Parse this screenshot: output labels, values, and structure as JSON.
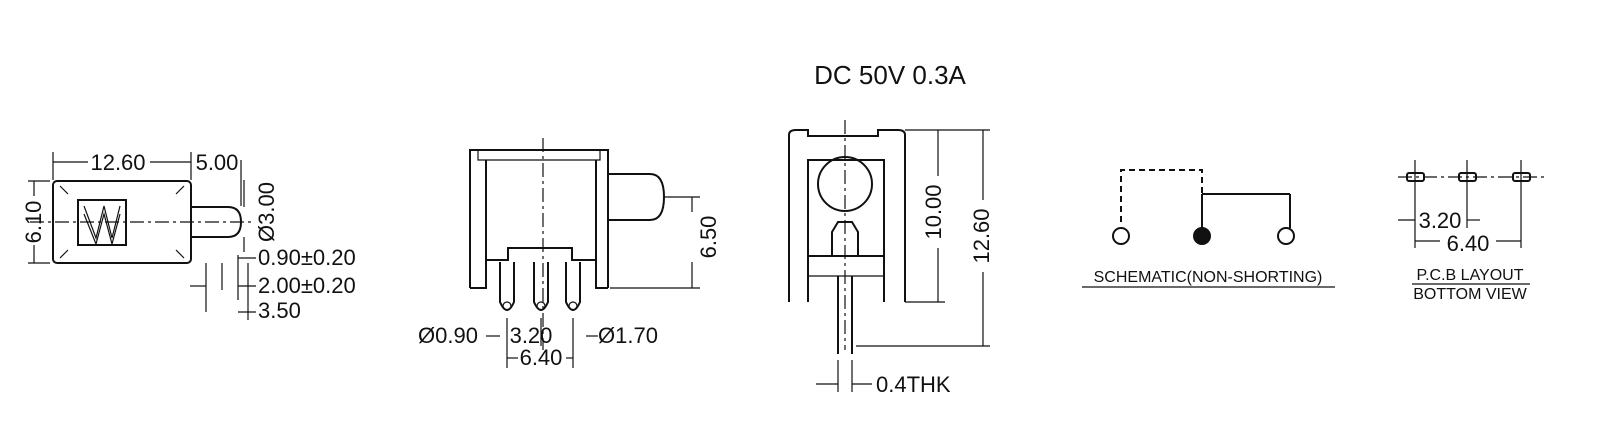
{
  "rating": "DC  50V  0.3A",
  "side_view": {
    "length": "12.60",
    "plunger_length": "5.00",
    "height": "6.10",
    "plunger_dia": "Ø3.00",
    "pin_thk": "0.90±0.20",
    "pin_width": "2.00±0.20",
    "pin_offset": "3.50"
  },
  "front_view": {
    "plunger_height": "6.50",
    "hole_dia": "Ø0.90",
    "pitch": "3.20",
    "span": "6.40",
    "pad_dia": "Ø1.70"
  },
  "top_view": {
    "inner_height": "10.00",
    "total_height": "12.60",
    "pin_thk": "0.4THK"
  },
  "schematic": {
    "caption": "SCHEMATIC(NON-SHORTING)"
  },
  "pcb": {
    "pitch": "3.20",
    "span": "6.40",
    "caption_line1": "P.C.B LAYOUT",
    "caption_line2": "BOTTOM VIEW"
  }
}
